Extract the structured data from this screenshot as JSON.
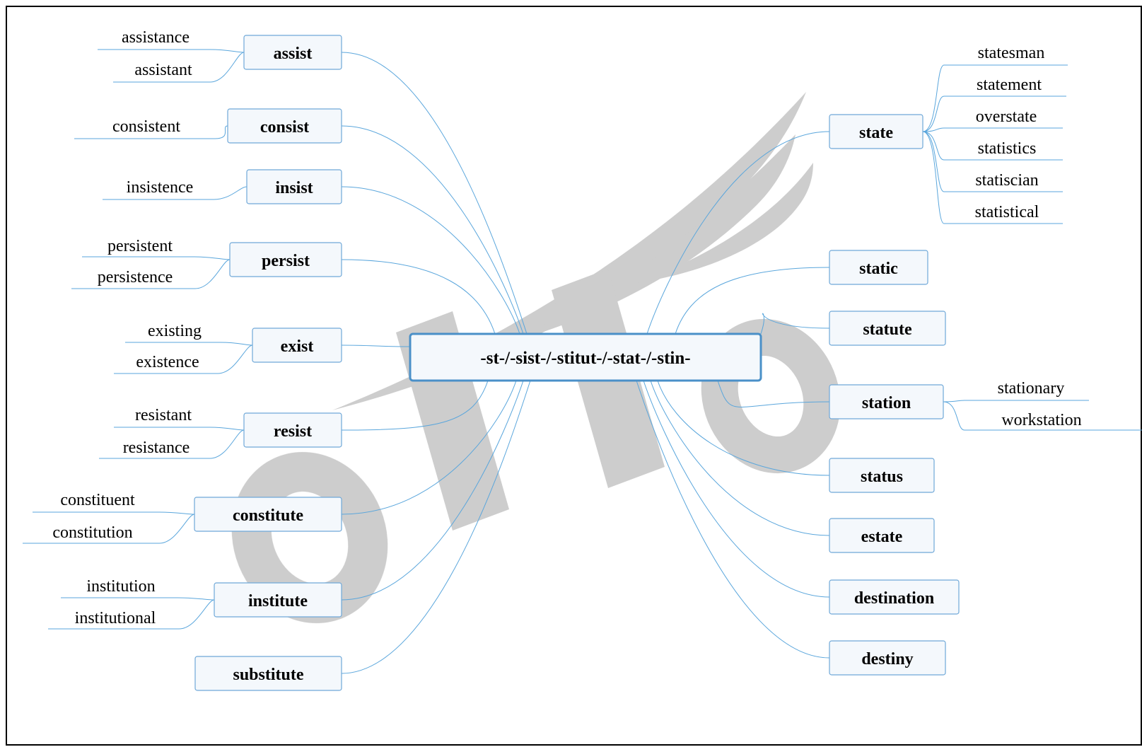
{
  "center": "-st-/-sist-/-stitut-/-stat-/-stin-",
  "watermark": "offcn",
  "left_branches": [
    {
      "label": "assist",
      "children": [
        "assistance",
        "assistant"
      ]
    },
    {
      "label": "consist",
      "children": [
        "consistent"
      ]
    },
    {
      "label": "insist",
      "children": [
        "insistence"
      ]
    },
    {
      "label": "persist",
      "children": [
        "persistent",
        "persistence"
      ]
    },
    {
      "label": "exist",
      "children": [
        "existing",
        "existence"
      ]
    },
    {
      "label": "resist",
      "children": [
        "resistant",
        "resistance"
      ]
    },
    {
      "label": "constitute",
      "children": [
        "constituent",
        "constitution"
      ]
    },
    {
      "label": "institute",
      "children": [
        "institution",
        "institutional"
      ]
    },
    {
      "label": "substitute",
      "children": []
    }
  ],
  "right_branches": [
    {
      "label": "state",
      "children": [
        "statesman",
        "statement",
        "overstate",
        "statistics",
        "statiscian",
        "statistical"
      ]
    },
    {
      "label": "static",
      "children": []
    },
    {
      "label": "statute",
      "children": []
    },
    {
      "label": "station",
      "children": [
        "stationary",
        "workstation"
      ]
    },
    {
      "label": "status",
      "children": []
    },
    {
      "label": "estate",
      "children": []
    },
    {
      "label": "destination",
      "children": []
    },
    {
      "label": "destiny",
      "children": []
    }
  ],
  "colors": {
    "line": "#5aa6dc",
    "box_fill": "#f4f8fc",
    "box_border": "#6fa8d8",
    "watermark": "#c8c8c8"
  }
}
